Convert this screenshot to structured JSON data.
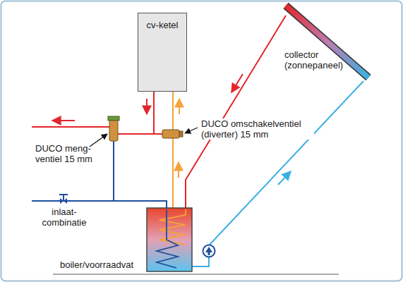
{
  "diagram": {
    "nodes": [
      {
        "text": [
          "cv-ketel"
        ]
      }
    ],
    "labels": [
      "collector (zonnepaneel)",
      "DUCO omschakelventiel (diverter) 15 mm",
      "DUCO meng- ventiel 15 mm",
      "inlaat- combinatie",
      "boiler/voorraadvat"
    ]
  }
}
